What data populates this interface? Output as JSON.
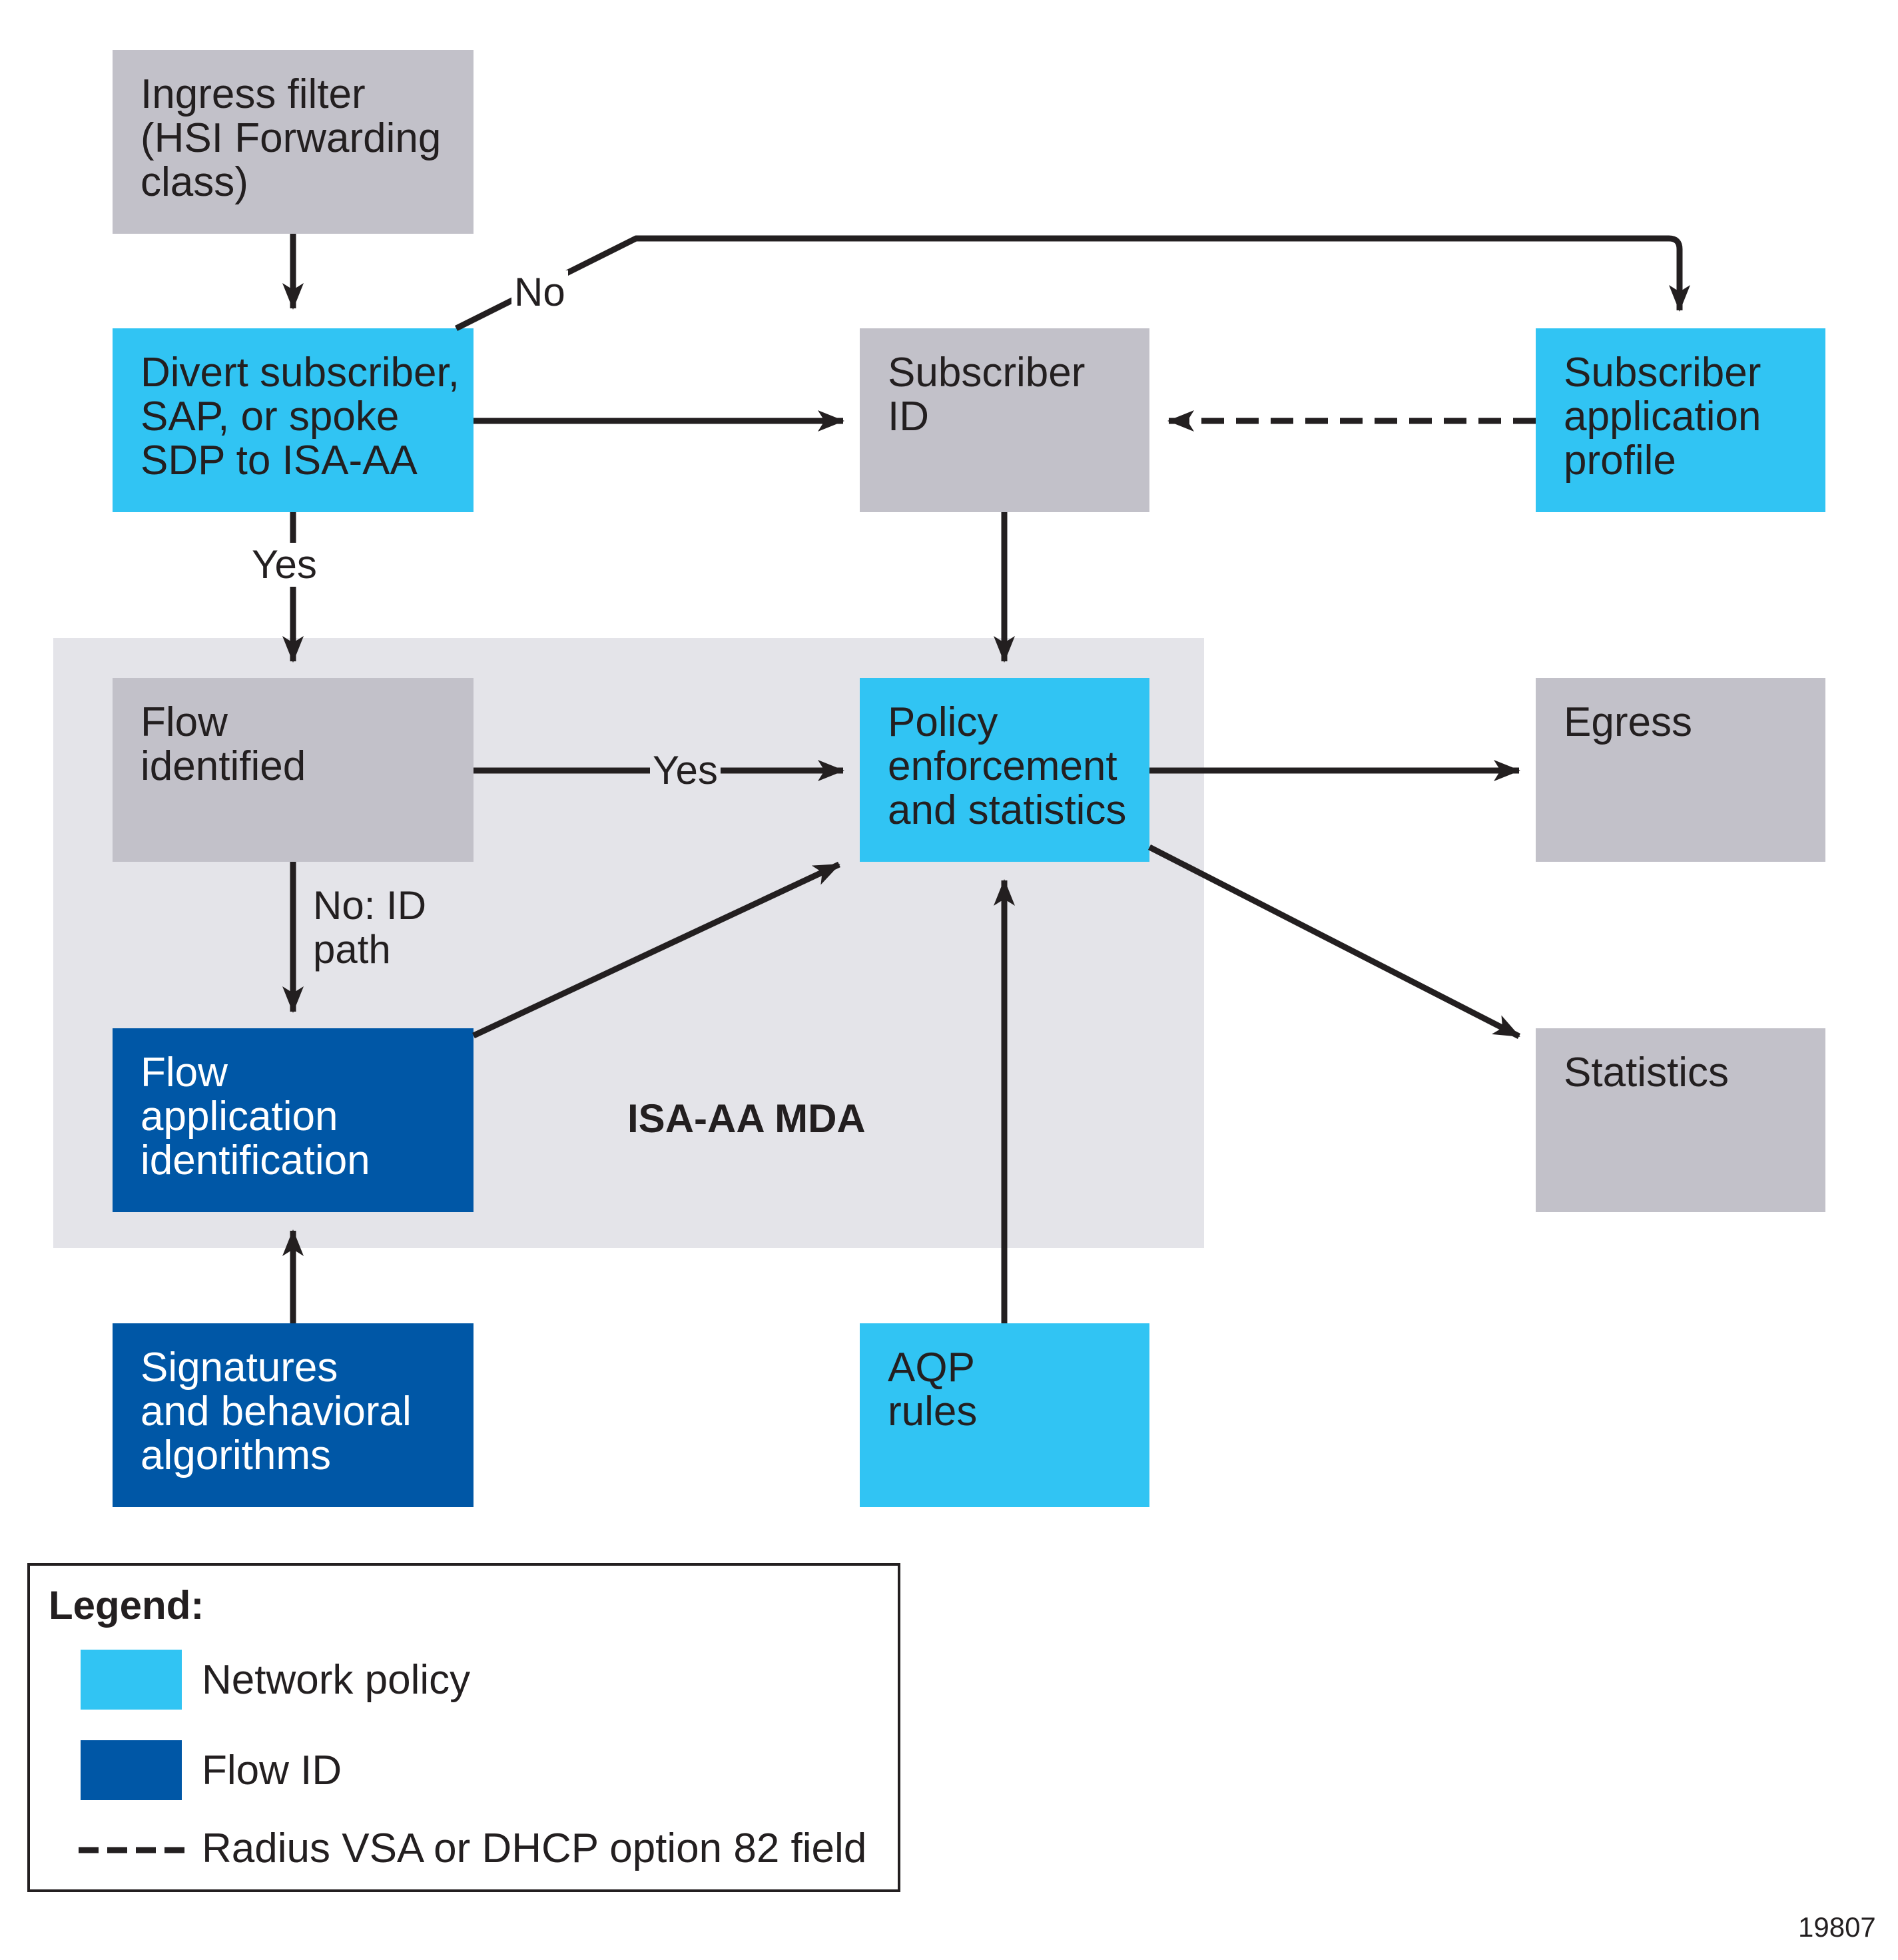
{
  "colors": {
    "network_policy": "#31c4f3",
    "flow_id": "#0057a6",
    "neutral": "#c2c1c9",
    "region": "#e4e4e9",
    "line": "#231f20"
  },
  "nodes": {
    "ingress": "Ingress filter\n(HSI Forwarding\nclass)",
    "divert": "Divert subscriber,\nSAP, or spoke\nSDP to ISA-AA",
    "subscriber_id": "Subscriber\nID",
    "sub_app_profile": "Subscriber\napplication\nprofile",
    "flow_identified": "Flow\nidentified",
    "policy": "Policy\nenforcement\nand statistics",
    "egress": "Egress",
    "flow_app_id": "Flow\napplication\nidentification",
    "statistics": "Statistics",
    "signatures": "Signatures\nand behavioral\nalgorithms",
    "aqp": "AQP\nrules"
  },
  "region": {
    "title": "ISA-AA MDA"
  },
  "edge_labels": {
    "no": "No",
    "yes_down": "Yes",
    "yes_right": "Yes",
    "no_id_path": "No: ID\npath"
  },
  "legend": {
    "title": "Legend:",
    "items": [
      {
        "label": "Network policy"
      },
      {
        "label": "Flow ID"
      },
      {
        "label": "Radius VSA or DHCP option 82 field"
      }
    ]
  },
  "figure_id": "19807"
}
